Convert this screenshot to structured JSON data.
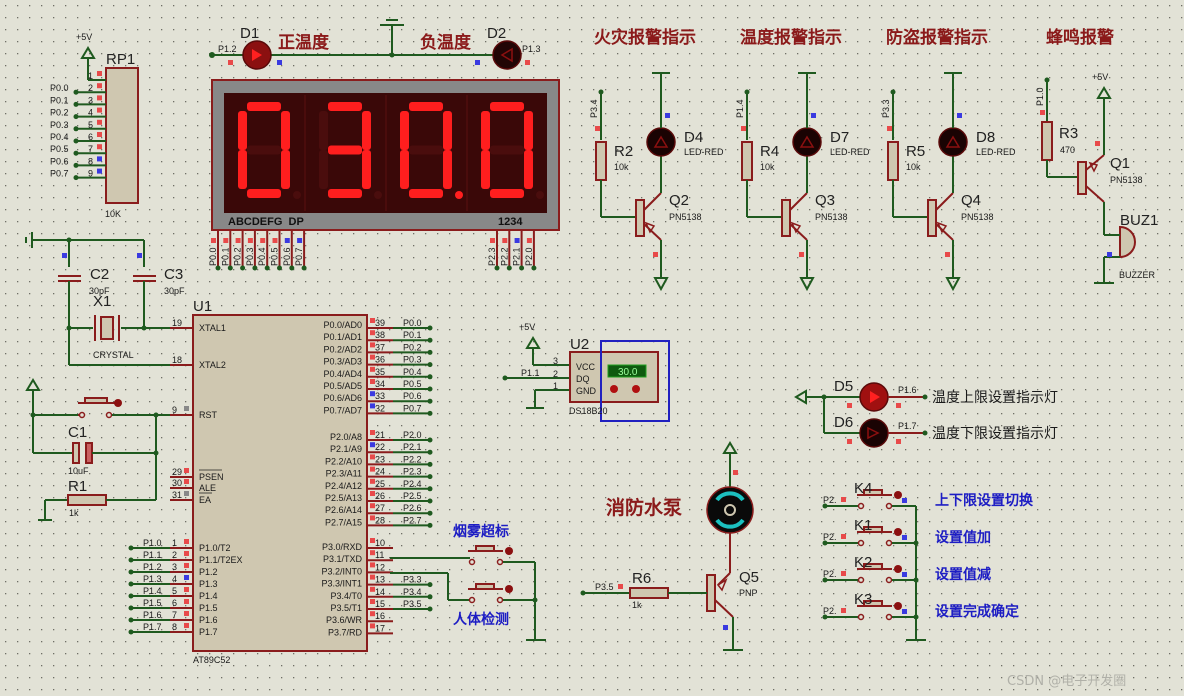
{
  "top_leds": {
    "d1": {
      "ref": "D1",
      "pin": "P1.2",
      "label": "正温度"
    },
    "d2": {
      "ref": "D2",
      "pin": "P1.3",
      "label": "负温度"
    }
  },
  "display": {
    "digits": [
      "0",
      "3",
      "0",
      "0"
    ],
    "decimal_after_digit": 3,
    "seg_label": "ABCDEFG  DP",
    "dig_label": "1234",
    "seg_pins": [
      "P0.0",
      "P0.1",
      "P0.2",
      "P0.3",
      "P0.4",
      "P0.5",
      "P0.6",
      "P0.7"
    ],
    "dig_pins": [
      "P2.3",
      "P2.2",
      "P2.1",
      "P2.0"
    ]
  },
  "rp1": {
    "ref": "RP1",
    "value": "10K",
    "vcc": "+5V",
    "pins": [
      {
        "num": "1",
        "net": ""
      },
      {
        "num": "2",
        "net": "P0.0"
      },
      {
        "num": "3",
        "net": "P0.1"
      },
      {
        "num": "4",
        "net": "P0.2"
      },
      {
        "num": "5",
        "net": "P0.3"
      },
      {
        "num": "6",
        "net": "P0.4"
      },
      {
        "num": "7",
        "net": "P0.5"
      },
      {
        "num": "8",
        "net": "P0.6"
      },
      {
        "num": "9",
        "net": "P0.7"
      }
    ]
  },
  "osc": {
    "c2": {
      "ref": "C2",
      "value": "30pF"
    },
    "c3": {
      "ref": "C3",
      "value": "30pF"
    },
    "x1": {
      "ref": "X1",
      "value": "CRYSTAL"
    }
  },
  "reset": {
    "c1": {
      "ref": "C1",
      "value": "10uF"
    },
    "r1": {
      "ref": "R1",
      "value": "1k"
    }
  },
  "mcu": {
    "ref": "U1",
    "part": "AT89C52",
    "left_pins": [
      {
        "num": "19",
        "name": "XTAL1",
        "net": ""
      },
      {
        "num": "18",
        "name": "XTAL2",
        "net": ""
      },
      {
        "num": "9",
        "name": "RST",
        "net": ""
      },
      {
        "num": "29",
        "name": "PSEN",
        "net": ""
      },
      {
        "num": "30",
        "name": "ALE",
        "net": ""
      },
      {
        "num": "31",
        "name": "EA",
        "net": ""
      },
      {
        "num": "1",
        "name": "P1.0/T2",
        "net": "P1.0"
      },
      {
        "num": "2",
        "name": "P1.1/T2EX",
        "net": "P1.1"
      },
      {
        "num": "3",
        "name": "P1.2",
        "net": "P1.2"
      },
      {
        "num": "4",
        "name": "P1.3",
        "net": "P1.3"
      },
      {
        "num": "5",
        "name": "P1.4",
        "net": "P1.4"
      },
      {
        "num": "6",
        "name": "P1.5",
        "net": "P1.5"
      },
      {
        "num": "7",
        "name": "P1.6",
        "net": "P1.6"
      },
      {
        "num": "8",
        "name": "P1.7",
        "net": "P1.7"
      }
    ],
    "right_pins": [
      {
        "num": "39",
        "name": "P0.0/AD0",
        "net": "P0.0"
      },
      {
        "num": "38",
        "name": "P0.1/AD1",
        "net": "P0.1"
      },
      {
        "num": "37",
        "name": "P0.2/AD2",
        "net": "P0.2"
      },
      {
        "num": "36",
        "name": "P0.3/AD3",
        "net": "P0.3"
      },
      {
        "num": "35",
        "name": "P0.4/AD4",
        "net": "P0.4"
      },
      {
        "num": "34",
        "name": "P0.5/AD5",
        "net": "P0.5"
      },
      {
        "num": "33",
        "name": "P0.6/AD6",
        "net": "P0.6"
      },
      {
        "num": "32",
        "name": "P0.7/AD7",
        "net": "P0.7"
      },
      {
        "num": "21",
        "name": "P2.0/A8",
        "net": "P2.0"
      },
      {
        "num": "22",
        "name": "P2.1/A9",
        "net": "P2.1"
      },
      {
        "num": "23",
        "name": "P2.2/A10",
        "net": "P2.2"
      },
      {
        "num": "24",
        "name": "P2.3/A11",
        "net": "P2.3"
      },
      {
        "num": "25",
        "name": "P2.4/A12",
        "net": "P2.4"
      },
      {
        "num": "26",
        "name": "P2.5/A13",
        "net": "P2.5"
      },
      {
        "num": "27",
        "name": "P2.6/A14",
        "net": "P2.6"
      },
      {
        "num": "28",
        "name": "P2.7/A15",
        "net": "P2.7"
      },
      {
        "num": "10",
        "name": "P3.0/RXD",
        "net": ""
      },
      {
        "num": "11",
        "name": "P3.1/TXD",
        "net": ""
      },
      {
        "num": "12",
        "name": "P3.2/INT0",
        "net": ""
      },
      {
        "num": "13",
        "name": "P3.3/INT1",
        "net": "P3.3"
      },
      {
        "num": "14",
        "name": "P3.4/T0",
        "net": "P3.4"
      },
      {
        "num": "15",
        "name": "P3.5/T1",
        "net": "P3.5"
      },
      {
        "num": "16",
        "name": "P3.6/WR",
        "net": ""
      },
      {
        "num": "17",
        "name": "P3.7/RD",
        "net": ""
      }
    ]
  },
  "sensors": {
    "smoke_label": "烟雾超标",
    "body_label": "人体检测"
  },
  "ds18b20": {
    "ref": "U2",
    "part": "DS18B20",
    "vcc": "+5V",
    "net": "P1.1",
    "reading": "30.0",
    "pins": [
      {
        "num": "3",
        "name": "VCC"
      },
      {
        "num": "2",
        "name": "DQ"
      },
      {
        "num": "1",
        "name": "GND"
      }
    ]
  },
  "alarms": [
    {
      "title": "火灾报警指示",
      "net": "P3.4",
      "r": "R2",
      "rv": "10k",
      "d": "D4",
      "dv": "LED-RED",
      "q": "Q2",
      "qv": "PN5138"
    },
    {
      "title": "温度报警指示",
      "net": "P1.4",
      "r": "R4",
      "rv": "10k",
      "d": "D7",
      "dv": "LED-RED",
      "q": "Q3",
      "qv": "PN5138"
    },
    {
      "title": "防盗报警指示",
      "net": "P3.3",
      "r": "R5",
      "rv": "10k",
      "d": "D8",
      "dv": "LED-RED",
      "q": "Q4",
      "qv": "PN5138"
    }
  ],
  "buzzer": {
    "title": "蜂鸣报警",
    "net": "P1.0",
    "r": "R3",
    "rv": "470",
    "q": "Q1",
    "qv": "PN5138",
    "vcc": "+5V",
    "buz": "BUZ1",
    "buzv": "BUZZER"
  },
  "pump": {
    "title": "消防水泵",
    "net": "P3.5",
    "r": "R6",
    "rv": "1k",
    "q": "Q5",
    "qv": "PNP"
  },
  "limit_leds": [
    {
      "ref": "D5",
      "net": "P1.6",
      "label": "温度上限设置指示灯",
      "on": true
    },
    {
      "ref": "D6",
      "net": "P1.7",
      "label": "温度下限设置指示灯",
      "on": false
    }
  ],
  "keys": [
    {
      "ref": "K4",
      "net": "P2.",
      "label": "上下限设置切换"
    },
    {
      "ref": "K1",
      "net": "P2.",
      "label": "设置值加"
    },
    {
      "ref": "K2",
      "net": "P2.",
      "label": "设置值减"
    },
    {
      "ref": "K3",
      "net": "P2.",
      "label": "设置完成确定"
    }
  ],
  "watermark": "CSDN @电子开发圈",
  "colors": {
    "canvas": "#e2e2d6",
    "wire": "#1f5a1f",
    "pin": "#8a1c1c",
    "led_on": "#ff1e1e",
    "label_red": "#8b1a1a",
    "label_blue": "#1d1dc4"
  }
}
